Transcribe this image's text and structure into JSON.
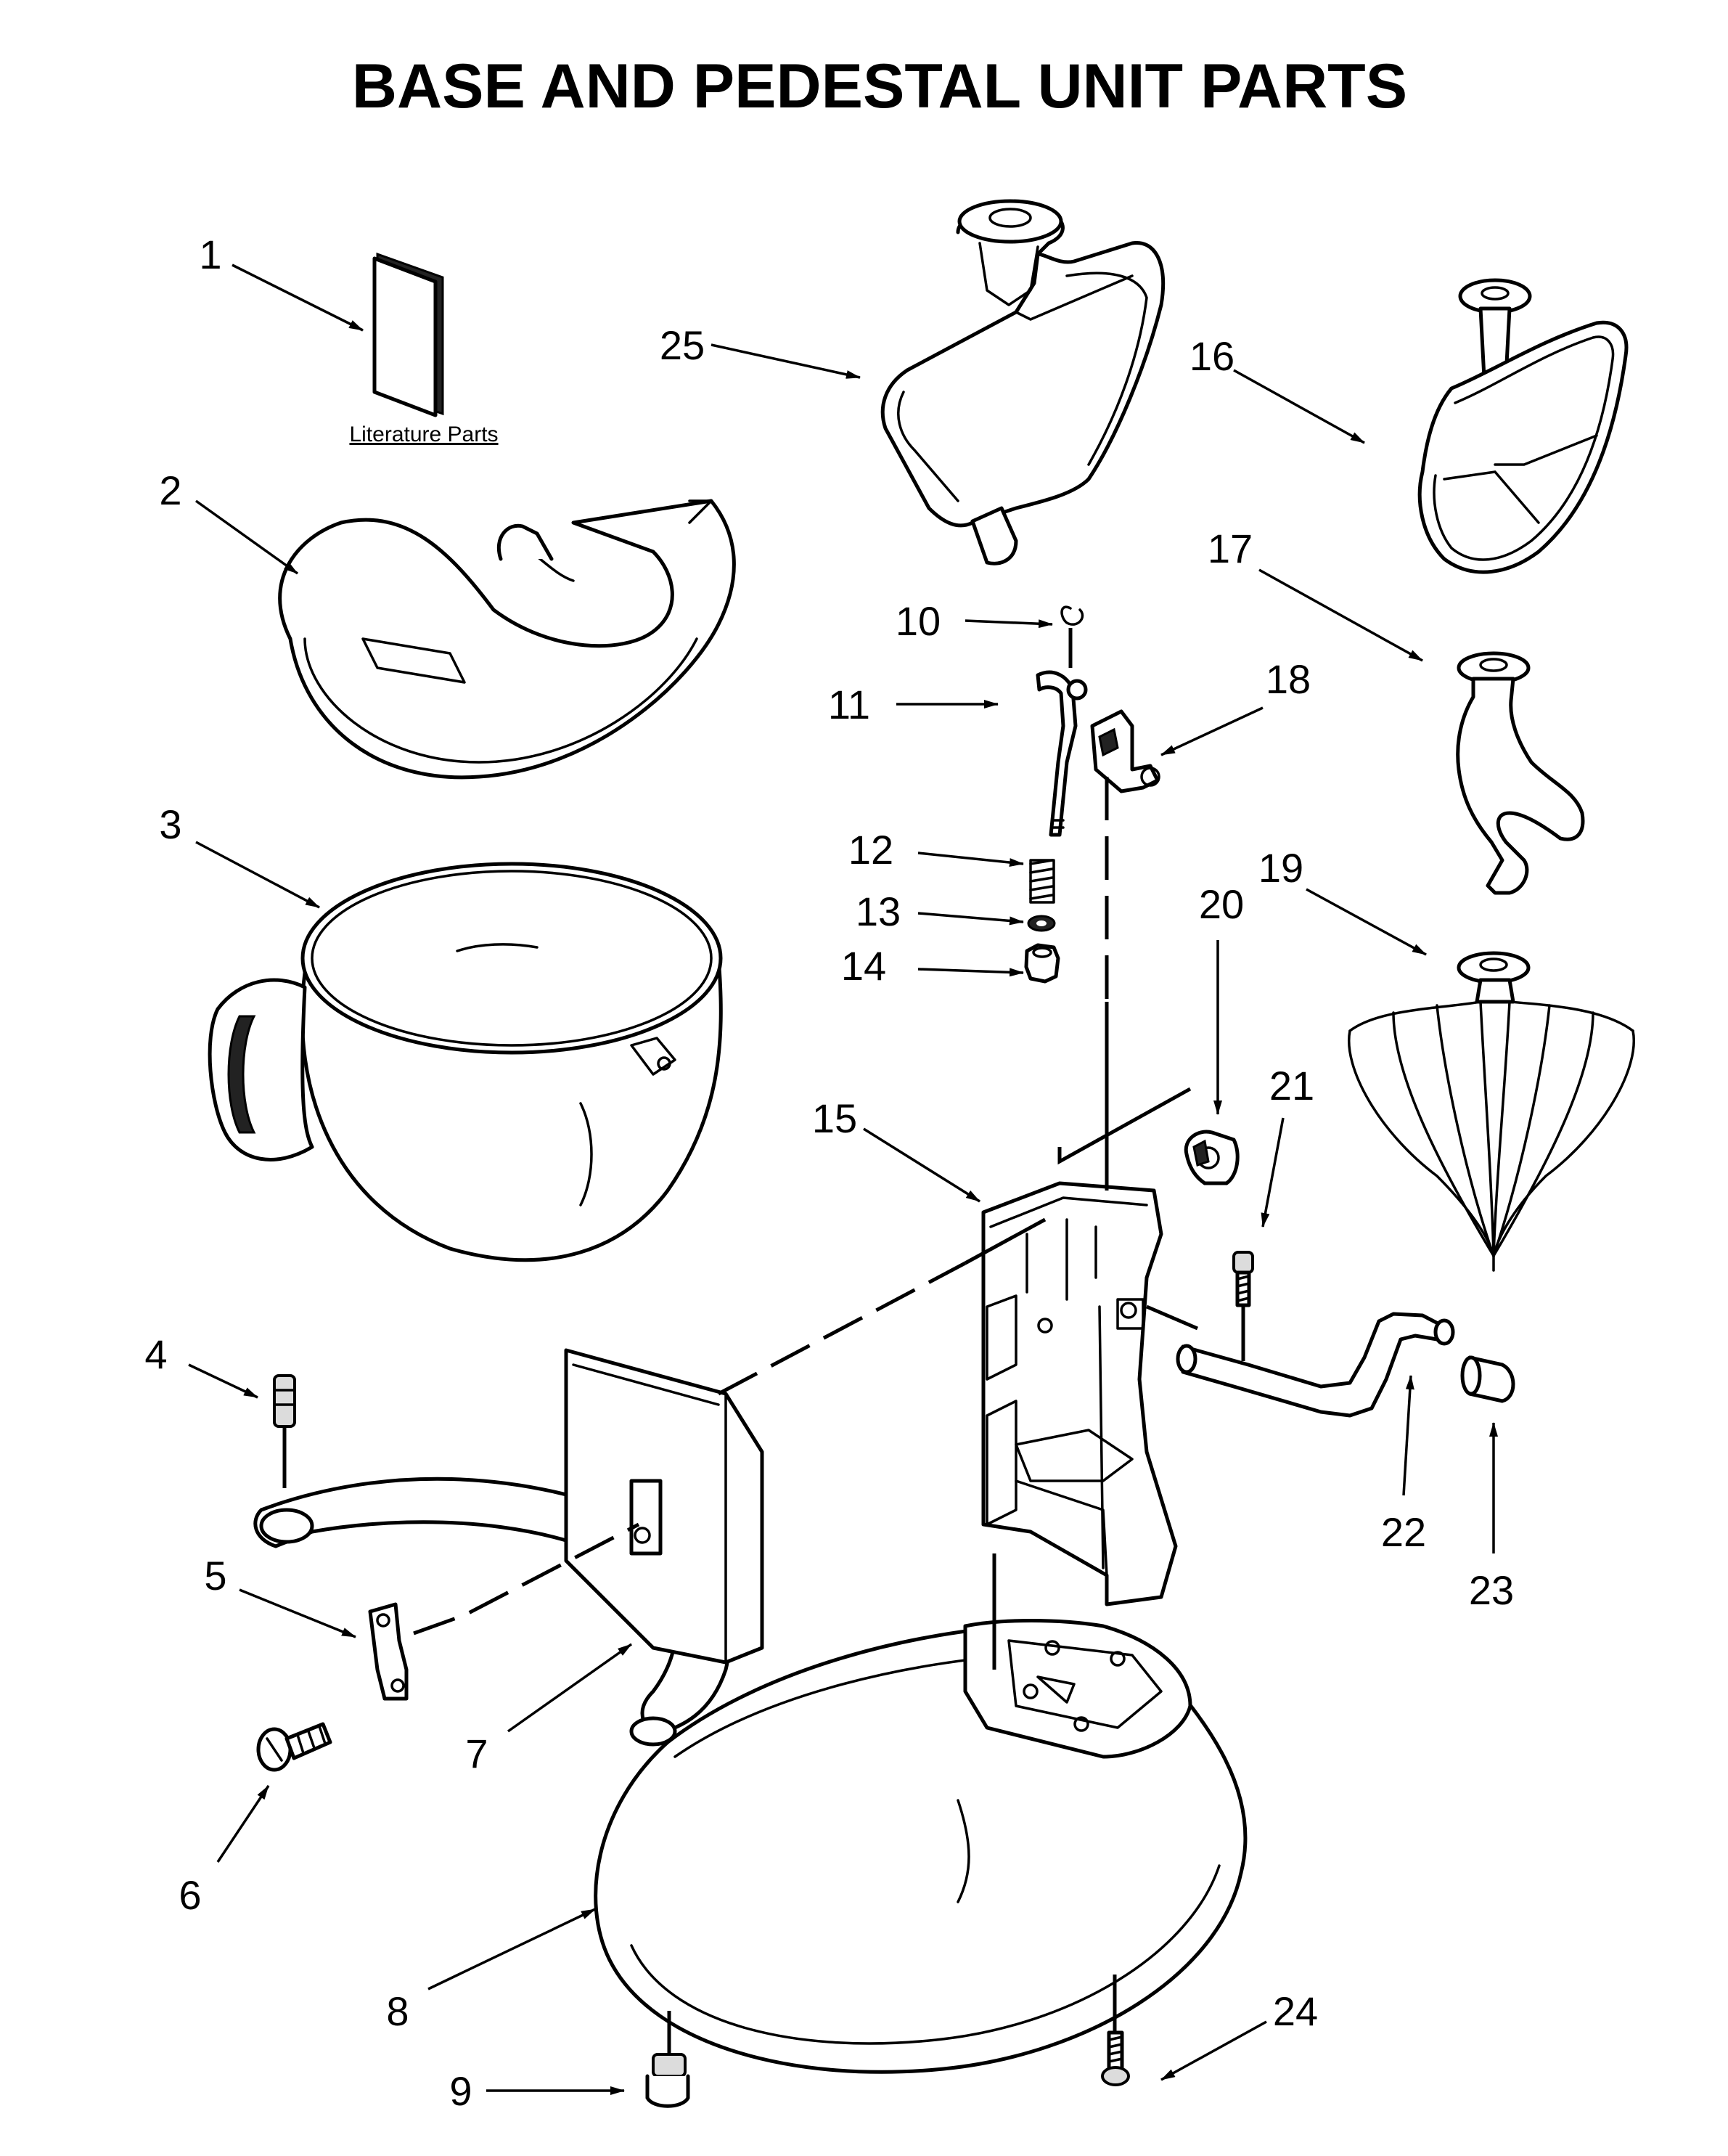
{
  "title": "BASE AND PEDESTAL UNIT PARTS",
  "literature_label": "Literature Parts",
  "callouts": {
    "c1": "1",
    "c2": "2",
    "c3": "3",
    "c4": "4",
    "c5": "5",
    "c6": "6",
    "c7": "7",
    "c8": "8",
    "c9": "9",
    "c10": "10",
    "c11": "11",
    "c12": "12",
    "c13": "13",
    "c14": "14",
    "c15": "15",
    "c16": "16",
    "c17": "17",
    "c18": "18",
    "c19": "19",
    "c20": "20",
    "c21": "21",
    "c22": "22",
    "c23": "23",
    "c24": "24",
    "c25": "25"
  }
}
